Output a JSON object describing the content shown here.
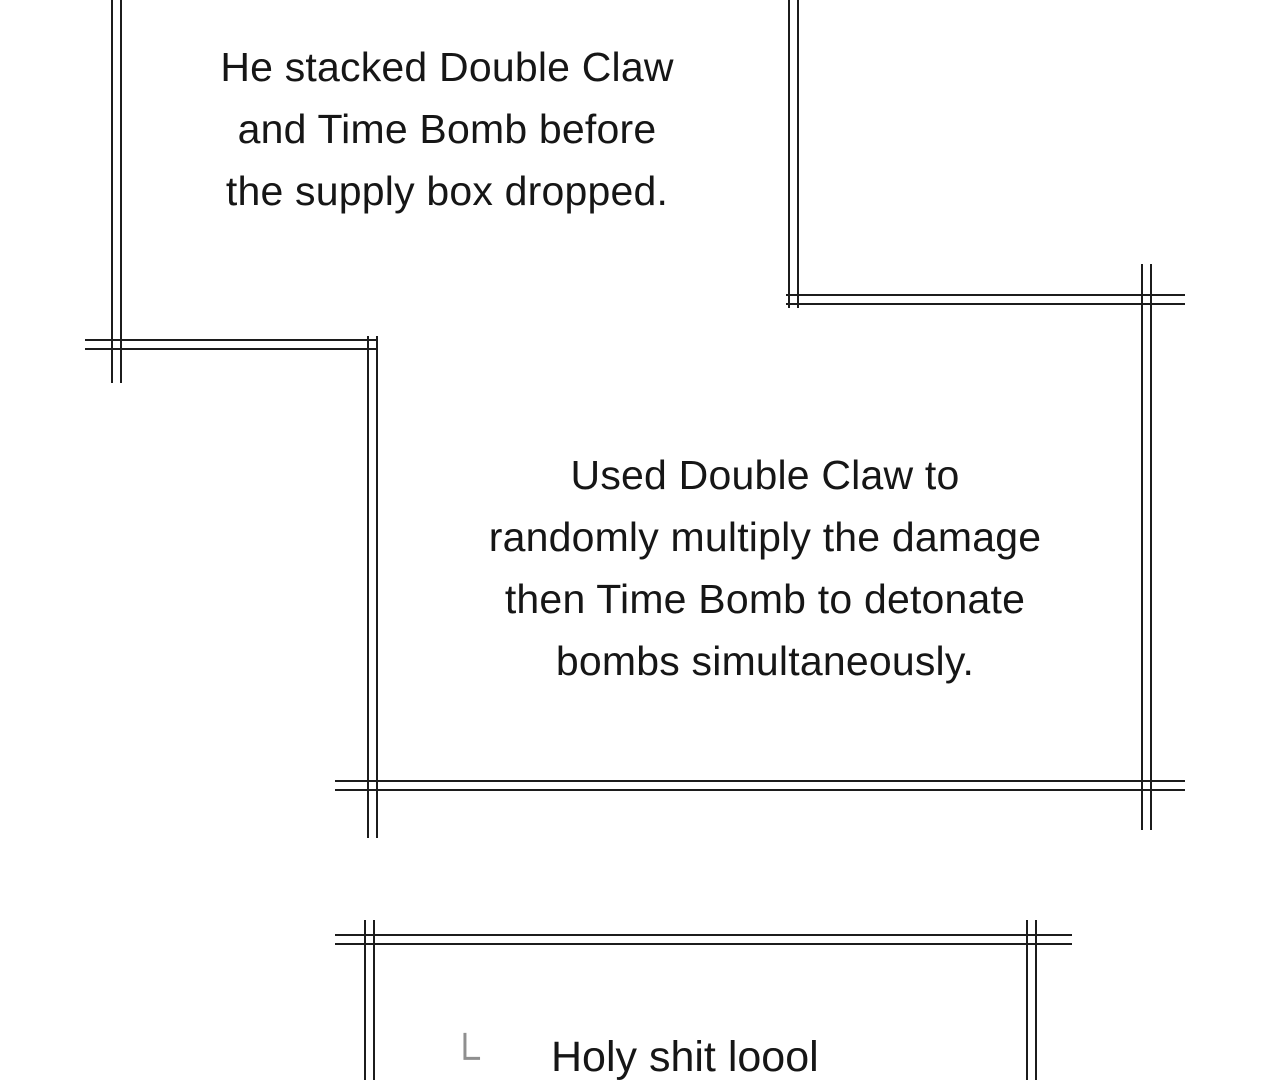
{
  "page": {
    "colors": {
      "background": "#ffffff",
      "frame_line": "#1c1c1c",
      "text": "#161616",
      "reply_icon": "#8f8f8f"
    }
  },
  "captions": {
    "top": "He stacked Double Claw\nand Time Bomb before\nthe supply box dropped.",
    "middle": "Used Double Claw to\nrandomly multiply the damage\nthen Time Bomb to detonate\nbombs simultaneously.",
    "bottom_comment": "Holy shit loool",
    "reply_icon": "└"
  }
}
